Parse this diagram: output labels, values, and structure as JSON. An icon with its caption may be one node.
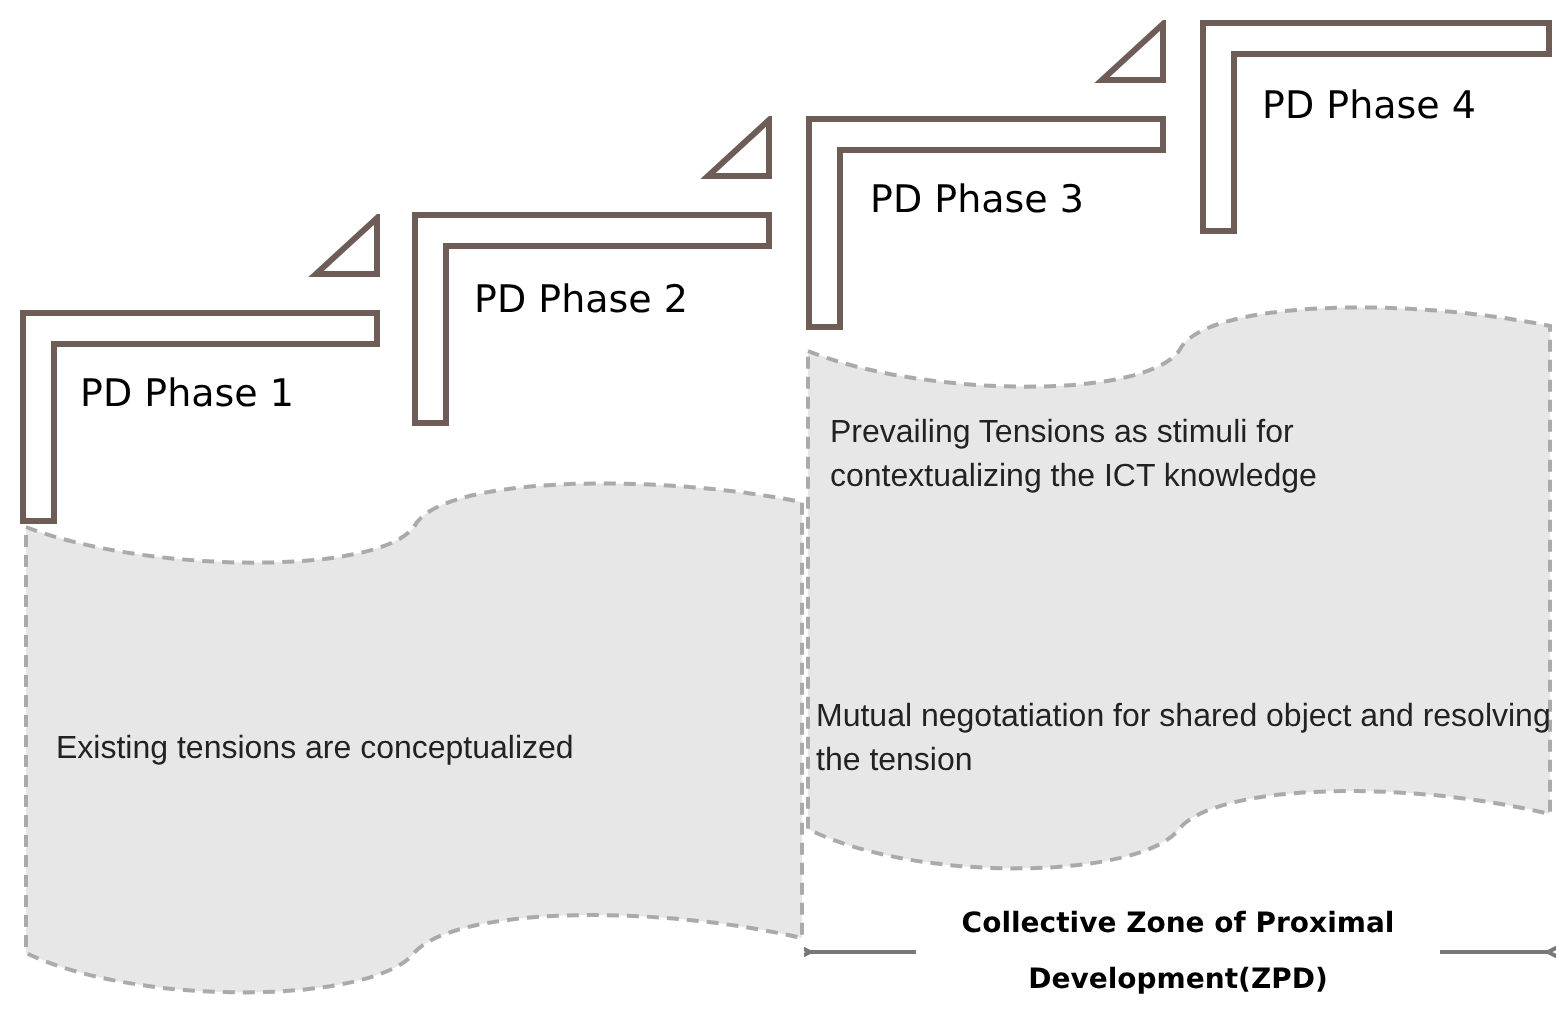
{
  "diagram": {
    "nodes": [
      {
        "text": [
          "PD Phase 1"
        ]
      },
      {
        "text": [
          "PD Phase 2"
        ]
      },
      {
        "text": [
          "PD Phase 3"
        ]
      },
      {
        "text": [
          "PD Phase 4"
        ]
      },
      {
        "text": [
          "Existing tensions are conceptualized"
        ]
      },
      {
        "text": [
          "Prevailing Tensions as stimuli for contextualizing the ICT knowledge",
          "Mutual negotatiation for shared object and resolving the tension"
        ]
      }
    ],
    "labels": [
      "Collective Zone of Proximal Development(ZPD)"
    ]
  }
}
